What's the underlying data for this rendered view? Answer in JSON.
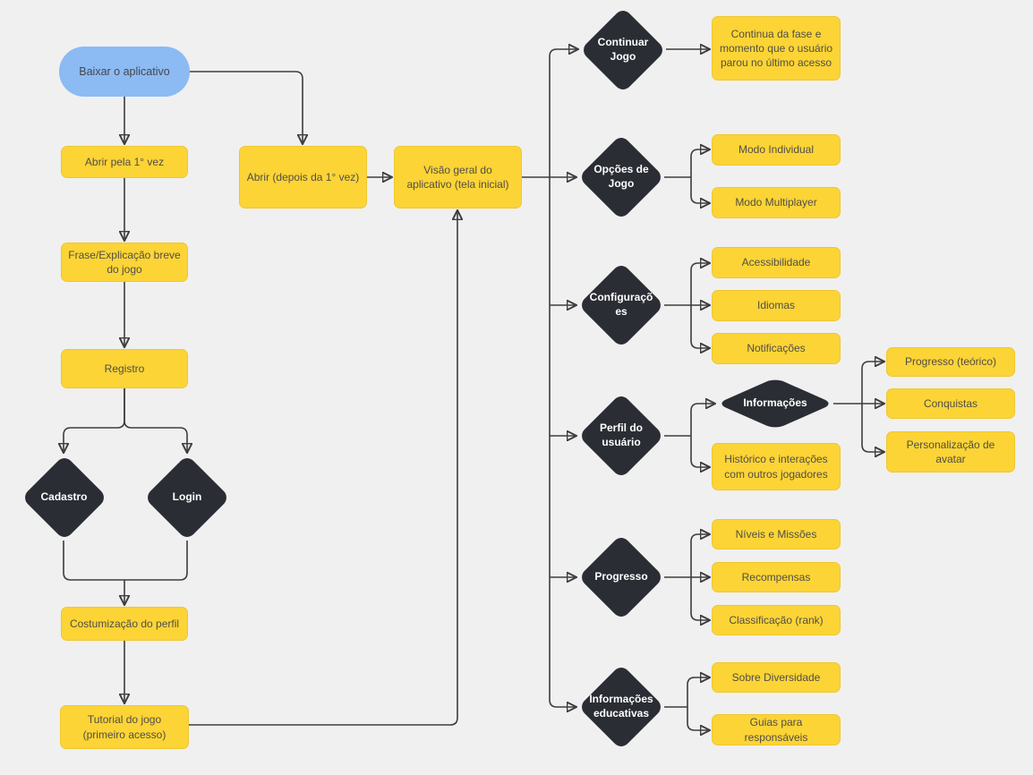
{
  "colors": {
    "background": "#F0F0F0",
    "node_yellow": "#FCD436",
    "node_dark": "#2B2D35",
    "node_blue": "#8CBAF3",
    "connector": "#3D3D3D",
    "text_on_yellow": "#514E47",
    "text_on_dark": "#FFFFFF"
  },
  "nodes": {
    "baixar_aplicativo": "Baixar o aplicativo",
    "abrir_primeira_vez": "Abrir pela 1° vez",
    "frase_explicacao": "Frase/Explicação breve do jogo",
    "registro": "Registro",
    "cadastro": "Cadastro",
    "login": "Login",
    "costumizacao_perfil": "Costumização do perfil",
    "tutorial_jogo": "Tutorial do jogo (primeiro acesso)",
    "abrir_depois": "Abrir (depois da 1° vez)",
    "visao_geral": "Visão geral do aplicativo (tela inicial)",
    "continuar_jogo": "Continuar Jogo",
    "continua_fase": "Continua da fase e momento que o usuário parou no último acesso",
    "opcoes_jogo": "Opções de Jogo",
    "modo_individual": "Modo Individual",
    "modo_multiplayer": "Modo Multiplayer",
    "configuracoes": "Configurações",
    "acessibilidade": "Acessibilidade",
    "idiomas": "Idiomas",
    "notificacoes": "Notificações",
    "perfil_usuario": "Perfil do usuário",
    "informacoes": "Informações",
    "historico_interacoes": "Histórico e interações com outros jogadores",
    "progresso_teorico": "Progresso (teórico)",
    "conquistas": "Conquistas",
    "personalizacao_avatar": "Personalização de avatar",
    "progresso": "Progresso",
    "niveis_missoes": "Níveis e Missões",
    "recompensas": "Recompensas",
    "classificacao_rank": "Classificação (rank)",
    "informacoes_educativas": "Informações educativas",
    "sobre_diversidade": "Sobre Diversidade",
    "guias_responsaveis": "Guias para responsáveis"
  }
}
